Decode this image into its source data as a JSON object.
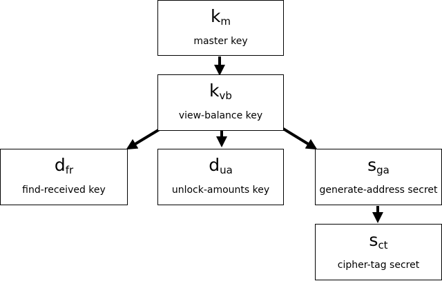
{
  "nodes": {
    "km": {
      "symbol": "k",
      "subscript": "m",
      "label": "master key"
    },
    "kvb": {
      "symbol": "k",
      "subscript": "vb",
      "label": "view-balance key"
    },
    "dfr": {
      "symbol": "d",
      "subscript": "fr",
      "label": "find-received key"
    },
    "dua": {
      "symbol": "d",
      "subscript": "ua",
      "label": "unlock-amounts key"
    },
    "sga": {
      "symbol": "s",
      "subscript": "ga",
      "label": "generate-address secret"
    },
    "sct": {
      "symbol": "s",
      "subscript": "ct",
      "label": "cipher-tag secret"
    }
  },
  "edges": [
    {
      "from": "km",
      "to": "kvb"
    },
    {
      "from": "kvb",
      "to": "dfr"
    },
    {
      "from": "kvb",
      "to": "dua"
    },
    {
      "from": "kvb",
      "to": "sga"
    },
    {
      "from": "sga",
      "to": "sct"
    }
  ],
  "colors": {
    "stroke": "#000000",
    "background": "#ffffff"
  }
}
